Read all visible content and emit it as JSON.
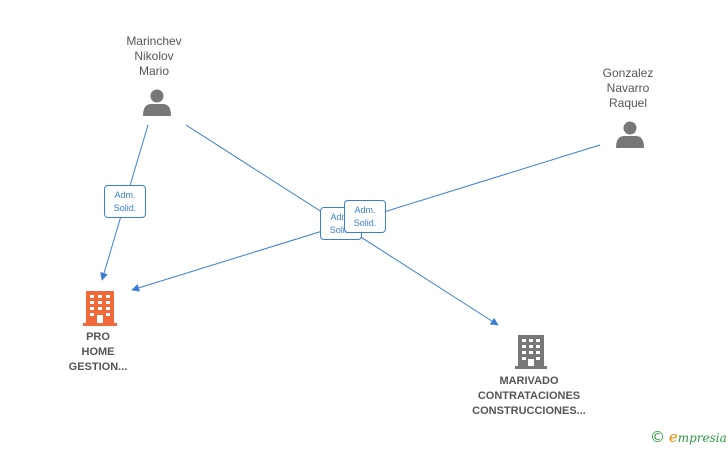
{
  "persons": [
    {
      "id": "marinchev",
      "label": "Marinchev\nNikolov\nMario"
    },
    {
      "id": "gonzalez",
      "label": "Gonzalez\nNavarro\nRaquel"
    }
  ],
  "companies": [
    {
      "id": "pro-home",
      "label": "PRO\nHOME\nGESTION...",
      "color": "#f26a3a"
    },
    {
      "id": "marivado",
      "label": "MARIVADO\nCONTRATACIONES\nCONSTRUCCIONES...",
      "color": "#777777"
    }
  ],
  "relations": [
    {
      "from": "marinchev",
      "to": "pro-home",
      "label": "Adm.\nSolid."
    },
    {
      "from": "marinchev",
      "to": "marivado",
      "label": "Adm.\nSolid."
    },
    {
      "from": "gonzalez",
      "to": "pro-home",
      "label": "Adm.\nSolid."
    }
  ],
  "colors": {
    "edge": "#3a7fd5",
    "person": "#777777"
  },
  "watermark": {
    "copyright": "©",
    "brand_initial": "e",
    "brand_rest": "mpresia"
  }
}
